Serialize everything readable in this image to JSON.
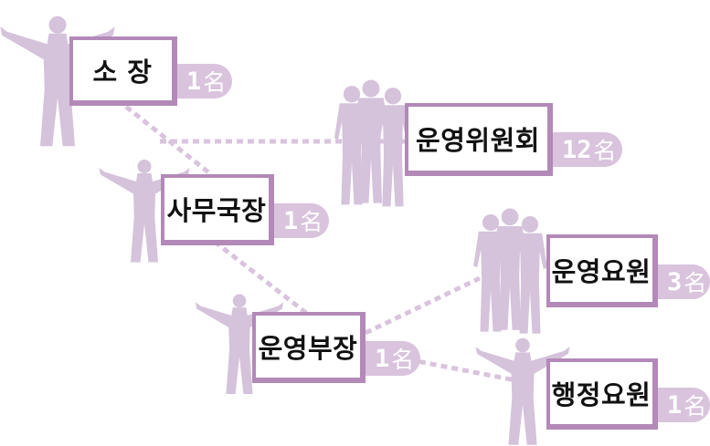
{
  "colors": {
    "silhouette": "#d5c2db",
    "box_border": "#b389b8",
    "count_tab": "#d9c3dd",
    "connector": "#d9c3dd"
  },
  "nodes": [
    {
      "id": "sojang",
      "label": "소 장",
      "count": "1",
      "unit": "名",
      "figure": "single-person-silhouette"
    },
    {
      "id": "unyeong-wiwonhoe",
      "label": "운영위원회",
      "count": "12",
      "unit": "名",
      "figure": "group-silhouette"
    },
    {
      "id": "samu-gukjang",
      "label": "사무국장",
      "count": "1",
      "unit": "名",
      "figure": "single-person-silhouette"
    },
    {
      "id": "unyeong-bujang",
      "label": "운영부장",
      "count": "1",
      "unit": "名",
      "figure": "single-person-silhouette"
    },
    {
      "id": "unyeong-yowon",
      "label": "운영요원",
      "count": "3",
      "unit": "名",
      "figure": "group-silhouette"
    },
    {
      "id": "haengjeong-yowon",
      "label": "행정요원",
      "count": "1",
      "unit": "名",
      "figure": "single-person-silhouette"
    }
  ]
}
